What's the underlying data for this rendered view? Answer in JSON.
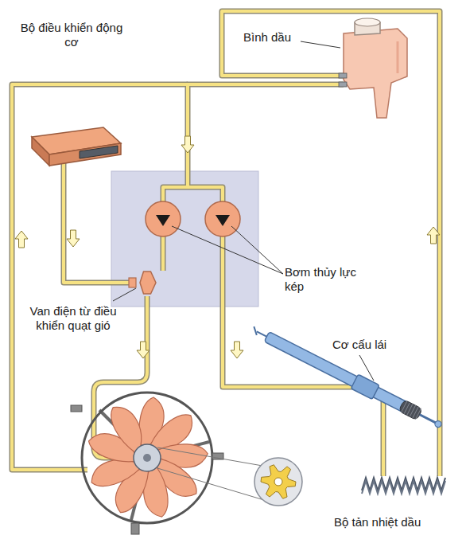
{
  "diagram": {
    "labels": [
      "Bộ điều khiển động cơ",
      "Bình dầu",
      "Bơm thủy lực kép",
      "Van điện từ điều khiển quạt gió",
      "Cơ cấu lái",
      "Bộ tản nhiệt dầu"
    ]
  }
}
